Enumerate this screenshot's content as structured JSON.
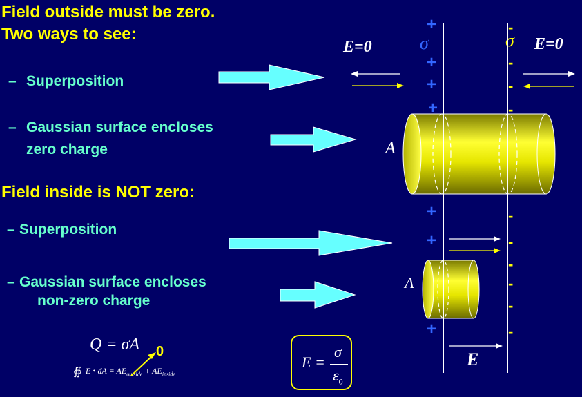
{
  "heading1_line1": "Field outside must be zero.",
  "heading1_line2": "Two ways to see:",
  "bullet_dash": "–",
  "item_superposition_1": "Superposition",
  "item_gaussian_1_line1": "Gaussian surface encloses",
  "item_gaussian_1_line2": "zero charge",
  "heading2": "Field inside is NOT zero:",
  "item_superposition_2": "Superposition",
  "item_gaussian_2_line1": "Gaussian surface encloses",
  "item_gaussian_2_line2": "non-zero charge",
  "eq_q": "Q = σA",
  "eq_zero": "0",
  "eq_flux_integral": "∯",
  "eq_flux_rest": "E • dA = AE",
  "eq_flux_sub_outside": "outside",
  "eq_flux_plus": " + AE",
  "eq_flux_sub_inside": "inside",
  "eq_e_lhs": "E =",
  "eq_sigma": "σ",
  "eq_epsilon": "ε",
  "eq_epsilon_sub": "0",
  "label_e_zero_left": "E=0",
  "label_e_zero_right": "E=0",
  "label_sigma_left": "σ",
  "label_sigma_right": "σ",
  "label_area_big": "A",
  "label_area_small": "A",
  "label_field_e": "E",
  "plus_sign": "+",
  "minus_sign": "-",
  "colors": {
    "background": "#000066",
    "heading": "#ffff00",
    "item_text": "#66ffcc",
    "arrow_fill": "#66ffff",
    "plus_charge": "#3366ff",
    "minus_charge": "#ffff00",
    "cylinder": "#e6e600"
  }
}
